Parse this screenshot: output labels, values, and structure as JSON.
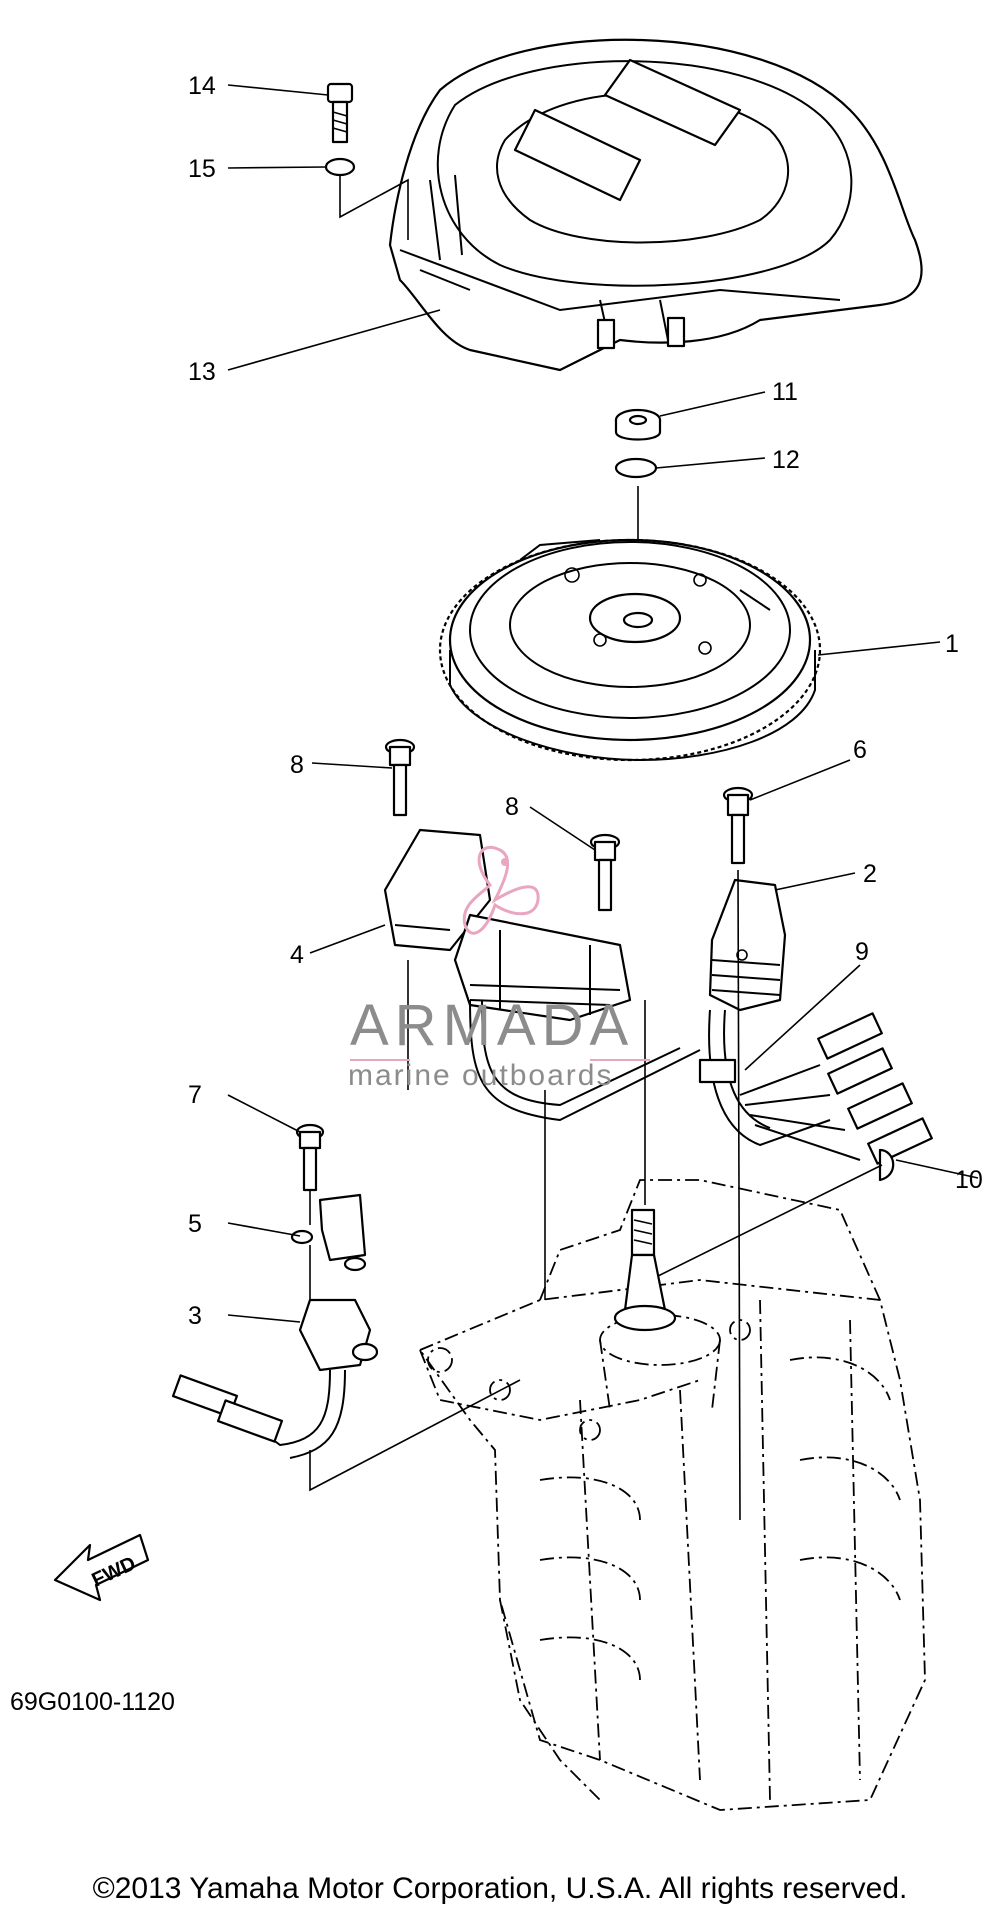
{
  "callouts": {
    "n1": "1",
    "n2": "2",
    "n3": "3",
    "n4": "4",
    "n5": "5",
    "n6": "6",
    "n7": "7",
    "n8a": "8",
    "n8b": "8",
    "n9": "9",
    "n10": "10",
    "n11": "11",
    "n12": "12",
    "n13": "13",
    "n14": "14",
    "n15": "15"
  },
  "diagram_code": "69G0100-1120",
  "fwd_label": "FWD",
  "watermark": {
    "brand": "ARMADA",
    "tagline": "marine outboards",
    "color": "#8c8c8c",
    "logo_color": "#e8a6c0"
  },
  "copyright": "©2013 Yamaha Motor Corporation, U.S.A. All rights reserved."
}
